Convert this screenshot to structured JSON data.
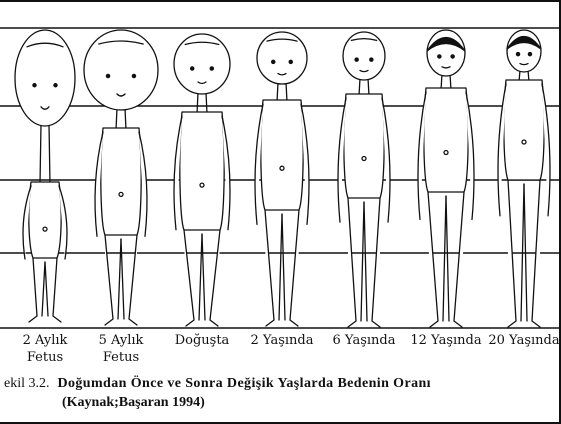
{
  "figure": {
    "labels": [
      {
        "line1": "2 Aylık",
        "line2": "Fetus"
      },
      {
        "line1": "5 Aylık",
        "line2": "Fetus"
      },
      {
        "line1": "Doğuşta",
        "line2": ""
      },
      {
        "line1": "2 Yaşında",
        "line2": ""
      },
      {
        "line1": "6 Yaşında",
        "line2": ""
      },
      {
        "line1": "12 Yaşında",
        "line2": ""
      },
      {
        "line1": "20 Yaşında",
        "line2": ""
      }
    ],
    "line_color": "#111111"
  },
  "caption": {
    "number": "ekil 3.2.",
    "title": "Doğumdan Önce ve Sonra Değişik Yaşlarda Bedenin Oranı",
    "source": "(Kaynak;Başaran 1994)"
  }
}
